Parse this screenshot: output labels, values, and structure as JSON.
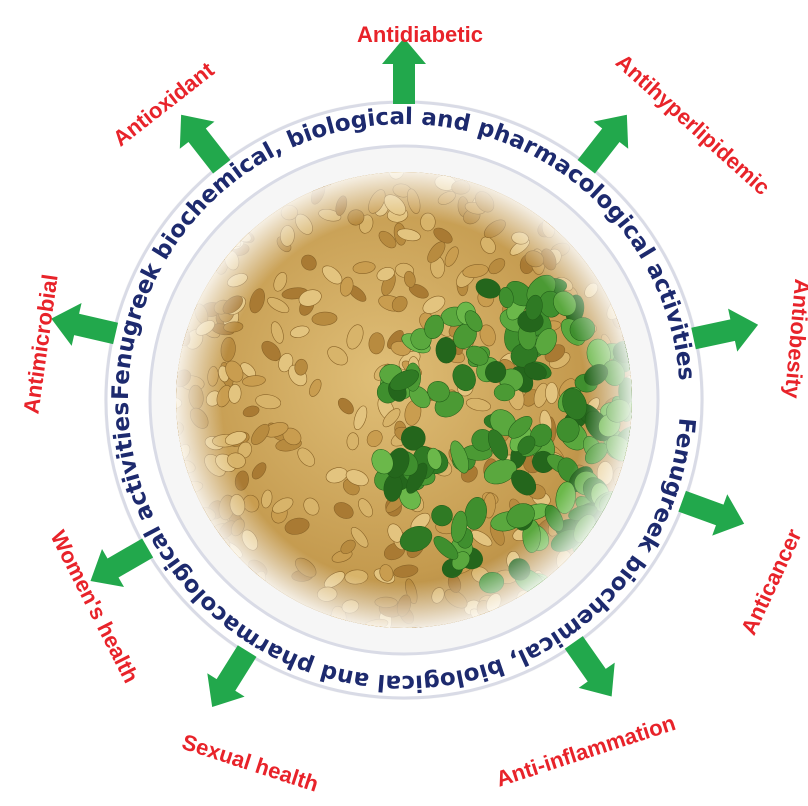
{
  "ring_text_1": "Fenugreek biochemical, biological and pharmacological activities",
  "ring_text_2": "Fenugreek biochemical, biological and pharmacological activities",
  "activities": [
    "Antidiabetic",
    "Antihyperlipidemic",
    "Antiobesity",
    "Anticancer",
    "Anti-inflammation",
    "Sexual health",
    "Women's health",
    "Antimicrobial",
    "Antioxidant"
  ],
  "colors": {
    "label": "#e8232a",
    "arrow": "#22a84c",
    "ring_text": "#1d2a6e",
    "seeds": "#c9a45a",
    "leaves": "#3f8f2e"
  },
  "center_image": "fenugreek-seeds-and-leaves"
}
